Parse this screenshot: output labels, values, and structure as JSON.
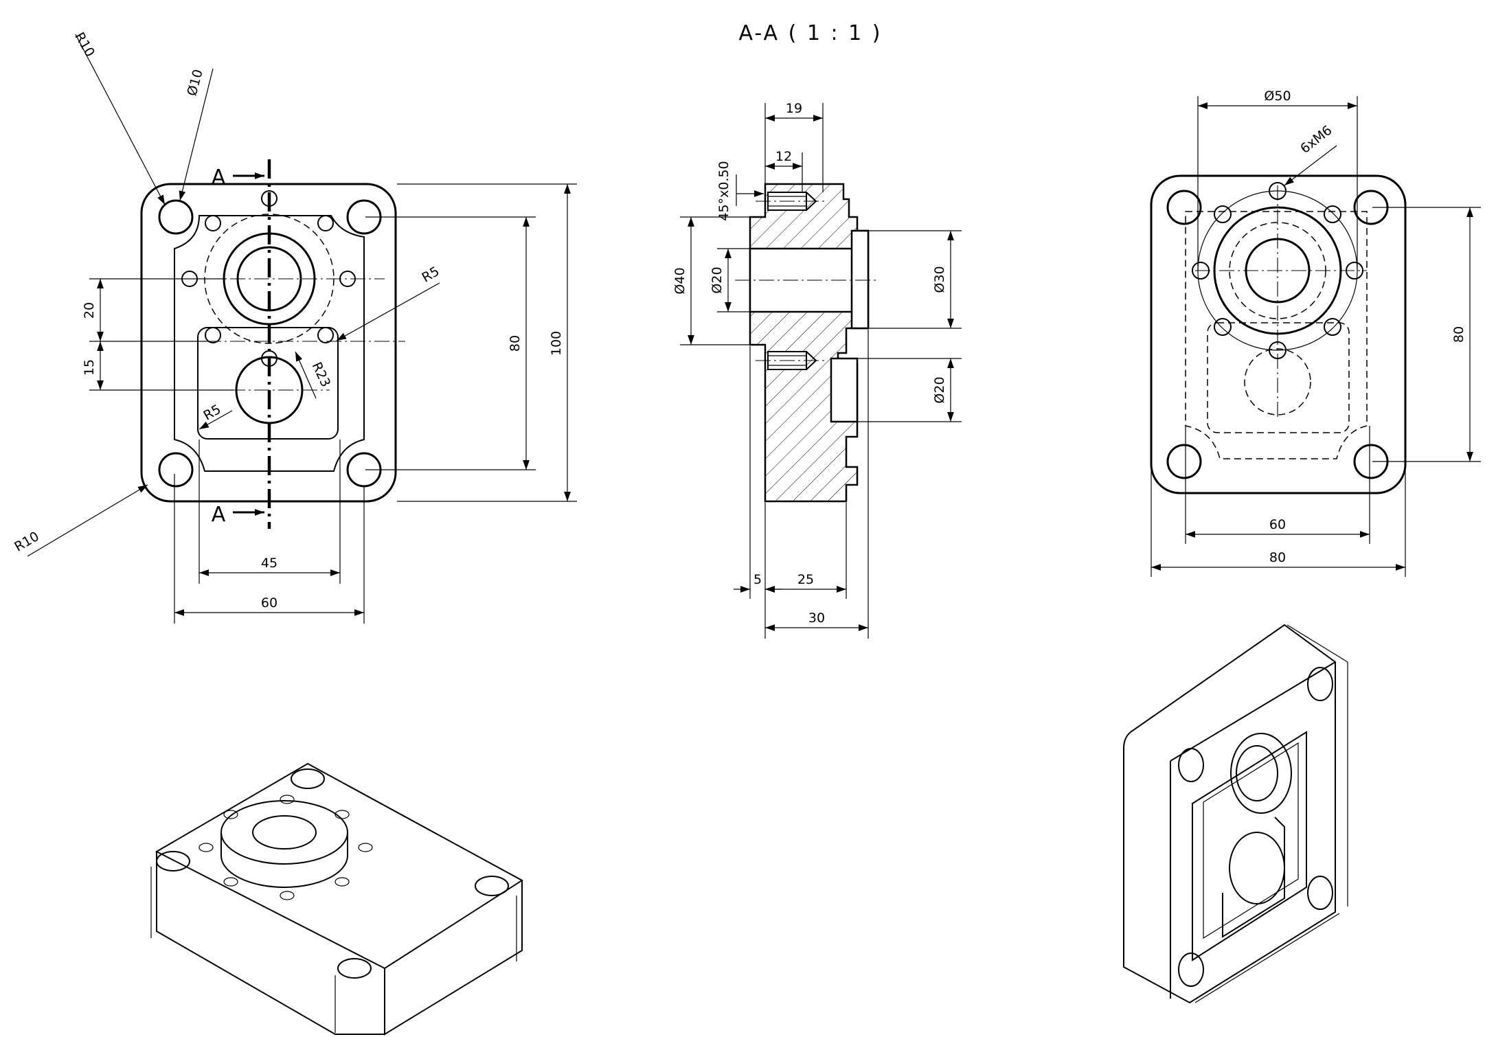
{
  "section_title": "A-A ( 1 : 1 )",
  "section_marks": [
    "A",
    "A"
  ],
  "front_view": {
    "labels": {
      "r10_top": "R10",
      "dia10": "Ø10",
      "r5_right": "R5",
      "r23": "R23",
      "r5_left": "R5",
      "r10_bottom": "R10",
      "dim_20": "20",
      "dim_15": "15",
      "dim_80": "80",
      "dim_100": "100",
      "dim_45": "45",
      "dim_60": "60"
    }
  },
  "section_view": {
    "labels": {
      "dim_19": "19",
      "dim_12": "12",
      "chamfer": "45°x0.50",
      "dia40": "Ø40",
      "dia20_left": "Ø20",
      "dia30": "Ø30",
      "dia20_right": "Ø20",
      "dim_5": "5",
      "dim_25": "25",
      "dim_30": "30"
    }
  },
  "back_view": {
    "labels": {
      "dia50": "Ø50",
      "holes": "6xM6",
      "dim_80_v": "80",
      "dim_60": "60",
      "dim_80_h": "80"
    }
  }
}
